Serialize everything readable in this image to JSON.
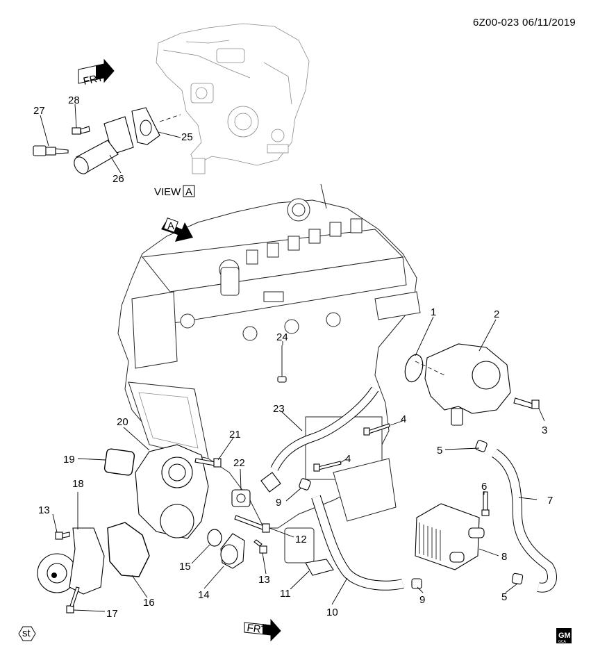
{
  "header": {
    "doc_id": "6Z00-023 06/11/2019"
  },
  "view": {
    "label": "VIEW",
    "ref": "A"
  },
  "engine_ref_marker": "A",
  "frt_label": "FRT",
  "callouts": [
    "1",
    "2",
    "3",
    "4",
    "4",
    "5",
    "5",
    "6",
    "7",
    "8",
    "9",
    "9",
    "10",
    "11",
    "12",
    "13",
    "13",
    "14",
    "15",
    "16",
    "17",
    "18",
    "19",
    "20",
    "21",
    "22",
    "23",
    "24",
    "25",
    "26",
    "27",
    "28"
  ],
  "footer": {
    "st_badge": "st",
    "gm_logo": "GM",
    "gm_logo_sub": "GCA"
  },
  "icons": [
    "frt-arrow-icon",
    "view-a-arrow-icon",
    "st-hex-icon",
    "gm-logo-icon"
  ]
}
